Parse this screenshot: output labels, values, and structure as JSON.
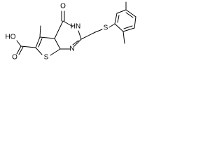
{
  "molecule": {
    "atom_labels": {
      "carbonyl_oxygen": "O",
      "ring_nh": "HN",
      "ring_n": "N",
      "thiophene_s": "S",
      "thioether_s": "S",
      "acid_group": "HO",
      "acid_oxygen": "O"
    }
  }
}
